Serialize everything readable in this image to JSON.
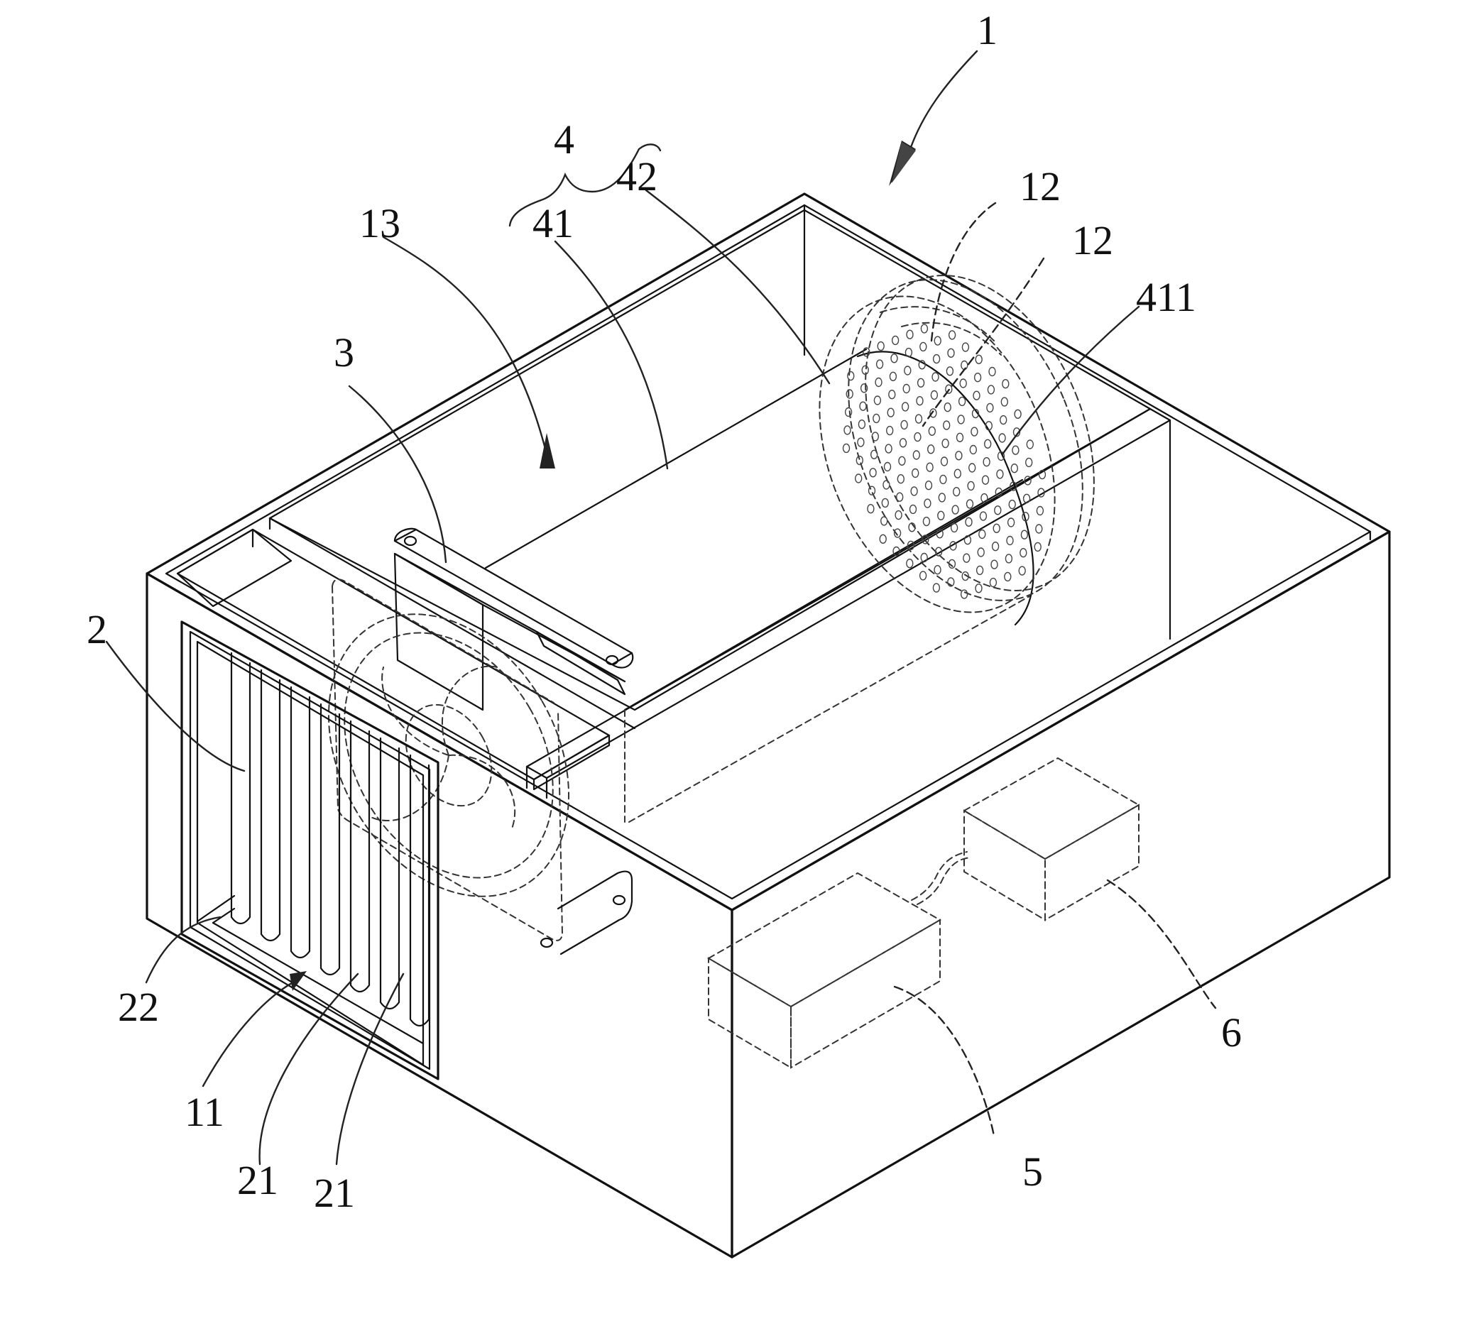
{
  "figure": {
    "labels": {
      "device": "1",
      "heat_exchanger": "2",
      "fan": "3",
      "duct_assembly": "4",
      "duct": "41",
      "duct_opening": "411",
      "filter_plate": "42",
      "module_a": "5",
      "module_b": "6",
      "front_opening": "11",
      "top_opening_upper": "12",
      "top_opening_lower": "12",
      "airflow_inlet": "13",
      "tube_left": "21",
      "tube_right": "21",
      "frame": "22"
    }
  }
}
